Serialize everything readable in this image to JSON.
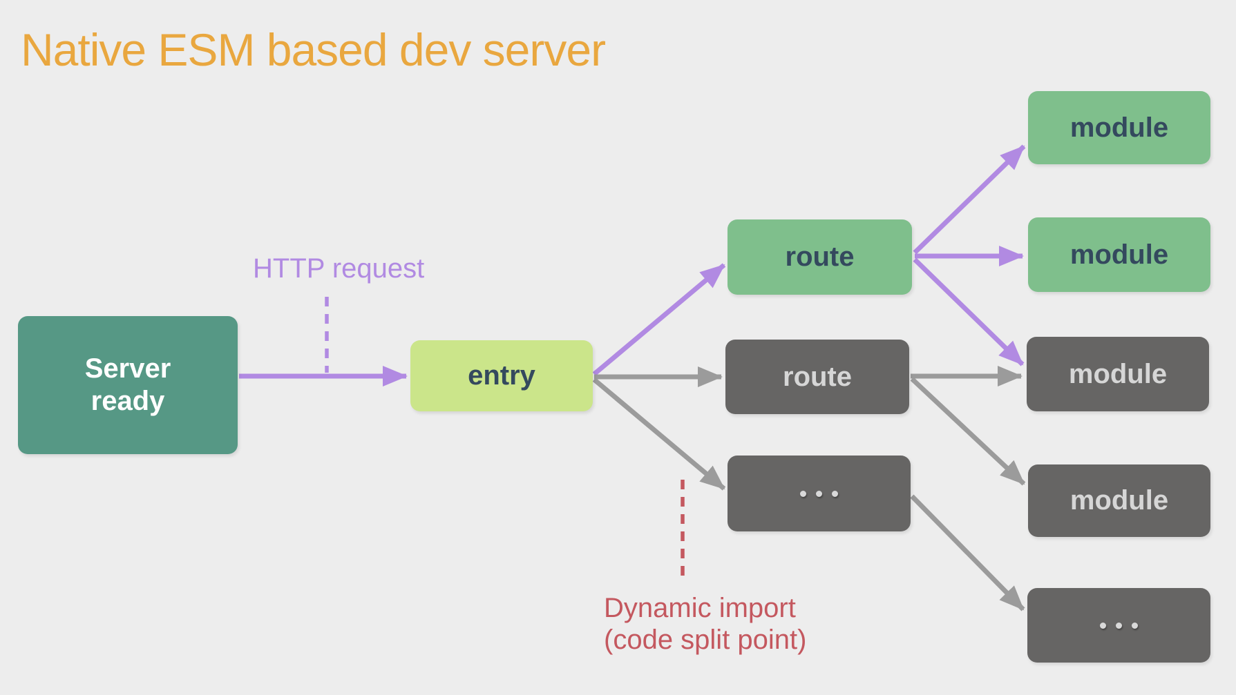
{
  "title": "Native ESM based dev server",
  "colors": {
    "background": "#ededed",
    "title": "#e9a73f",
    "server_box": "#569885",
    "entry_box": "#cbe58a",
    "active_box": "#7fbf8c",
    "inactive_box": "#666564",
    "dark_text": "#34495e",
    "light_text": "#d6d6d6",
    "purple_arrow": "#b18ae2",
    "gray_arrow": "#9b9b9b",
    "red_annotation": "#c4585f"
  },
  "nodes": {
    "server_ready": {
      "lines": [
        "Server",
        "ready"
      ]
    },
    "entry": {
      "label": "entry"
    },
    "route_active": {
      "label": "route"
    },
    "route_inactive": {
      "label": "route"
    },
    "more_routes": {
      "label": "..."
    },
    "module_green_1": {
      "label": "module"
    },
    "module_green_2": {
      "label": "module"
    },
    "module_gray_1": {
      "label": "module"
    },
    "module_gray_2": {
      "label": "module"
    },
    "more_modules": {
      "label": "..."
    }
  },
  "annotations": {
    "http_request": {
      "label": "HTTP request"
    },
    "dynamic_import": {
      "line1": "Dynamic import",
      "line2": "(code split point)"
    }
  }
}
